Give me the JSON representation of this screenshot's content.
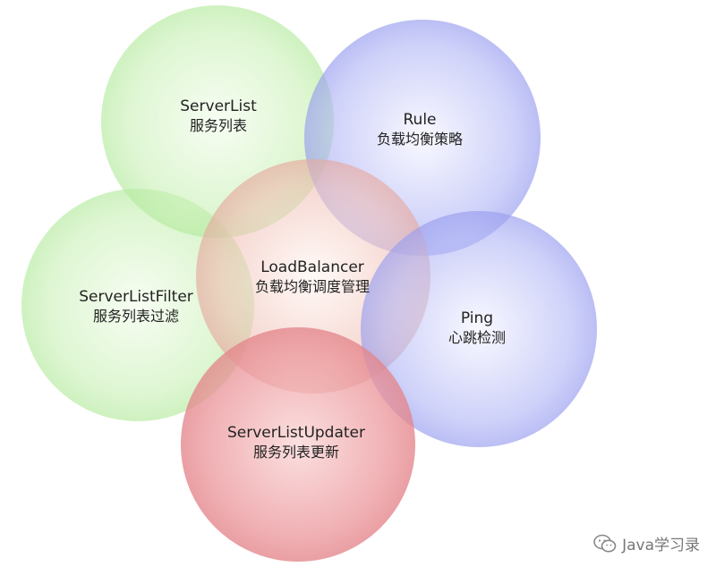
{
  "nodes": {
    "serverlist": {
      "title": "ServerList",
      "subtitle": "服务列表",
      "color": "#a8e890"
    },
    "rule": {
      "title": "Rule",
      "subtitle": "负载均衡策略",
      "color": "#9aa0ee"
    },
    "serverlistfilter": {
      "title": "ServerListFilter",
      "subtitle": "服务列表过滤",
      "color": "#a8e890"
    },
    "loadbalancer": {
      "title": "LoadBalancer",
      "subtitle": "负载均衡调度管理",
      "color": "#e8b0a8"
    },
    "ping": {
      "title": "Ping",
      "subtitle": "心跳检测",
      "color": "#9aa0ee"
    },
    "serverlistupdater": {
      "title": "ServerListUpdater",
      "subtitle": "服务列表更新",
      "color": "#dd8088"
    }
  },
  "watermark": {
    "text": "Java学习录",
    "icon": "wechat-icon"
  }
}
